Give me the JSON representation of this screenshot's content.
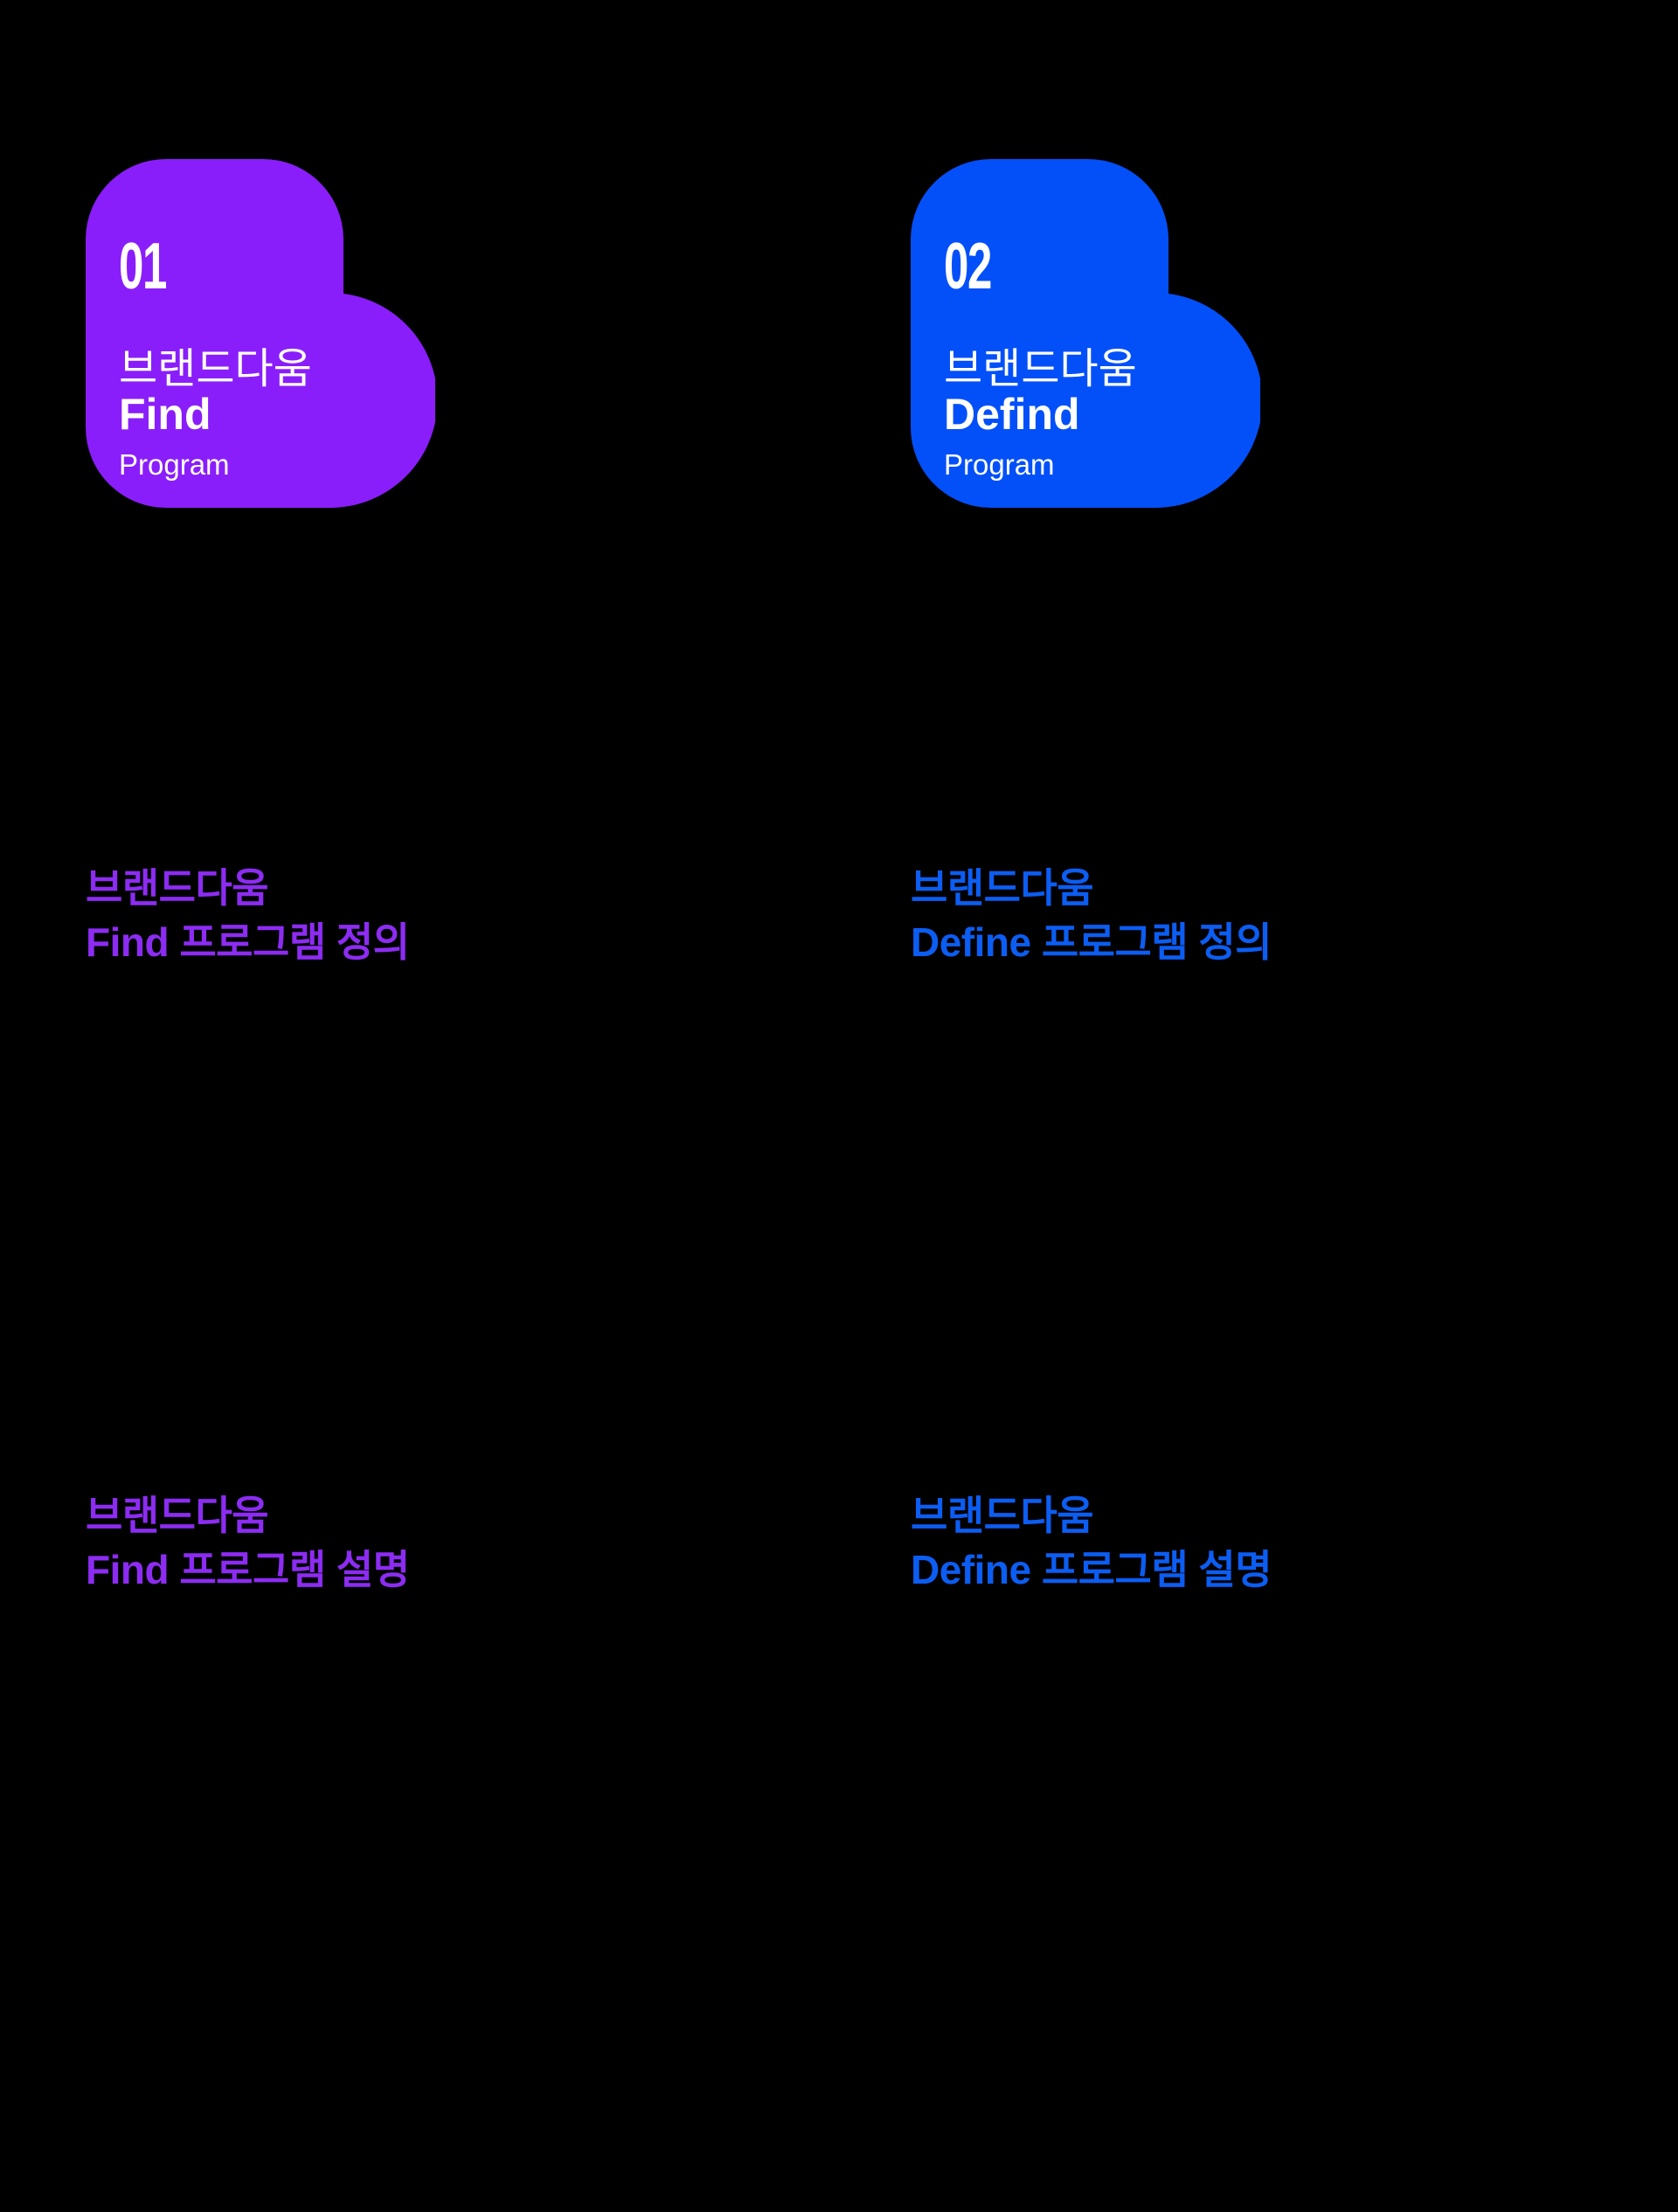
{
  "page": {
    "background": "#000000"
  },
  "cards": [
    {
      "number": "01",
      "kr_title": "브랜드다움",
      "en_title": "Find",
      "subtitle": "Program",
      "color": "#8A1EFA",
      "text_color": "#FFFFFF"
    },
    {
      "number": "02",
      "kr_title": "브랜드다움",
      "en_title": "Defind",
      "subtitle": "Program",
      "color": "#0350F9",
      "text_color": "#FFFFFF"
    }
  ],
  "sections": [
    {
      "line1": "브랜드다움",
      "line2": "Find 프로그램 정의",
      "color": "#8C2CF2"
    },
    {
      "line1": "브랜드다움",
      "line2": "Define 프로그램 정의",
      "color": "#0C5DF2"
    },
    {
      "line1": "브랜드다움",
      "line2": "Find 프로그램 설명",
      "color": "#8C2CF2"
    },
    {
      "line1": "브랜드다움",
      "line2": "Define 프로그램 설명",
      "color": "#0C5DF2"
    }
  ]
}
